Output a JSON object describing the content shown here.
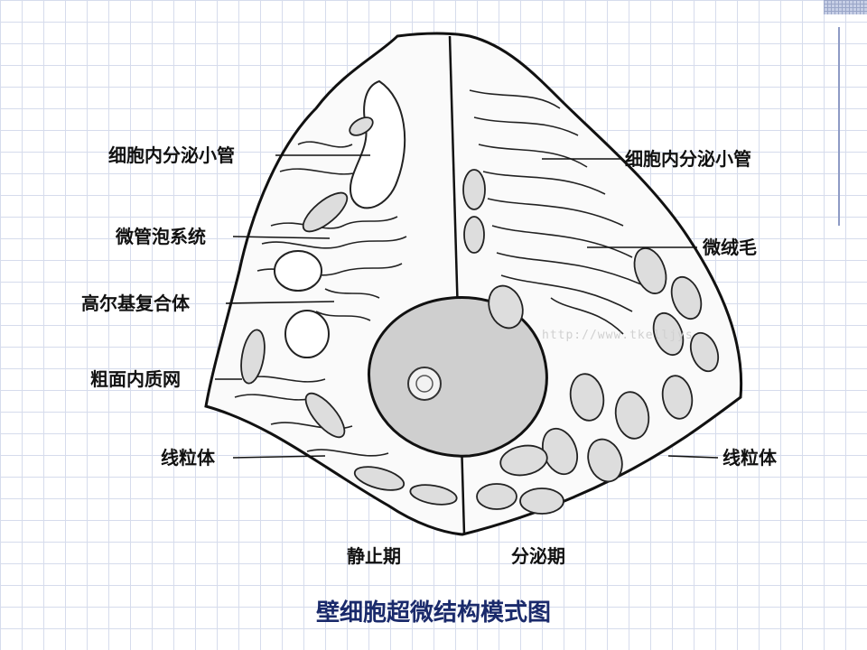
{
  "title": "壁细胞超微结构模式图",
  "watermark": "http://www.tkelljys",
  "labels_left": [
    "细胞内分泌小管",
    "微管泡系统",
    "高尔基复合体",
    "粗面内质网",
    "线粒体"
  ],
  "labels_right": [
    "细胞内分泌小管",
    "微绒毛",
    "线粒体"
  ],
  "phase_labels": {
    "resting": "静止期",
    "secreting": "分泌期"
  },
  "colors": {
    "title": "#1a2a6b",
    "grid": "#d6dcec",
    "accent": "#8e9bc5"
  }
}
